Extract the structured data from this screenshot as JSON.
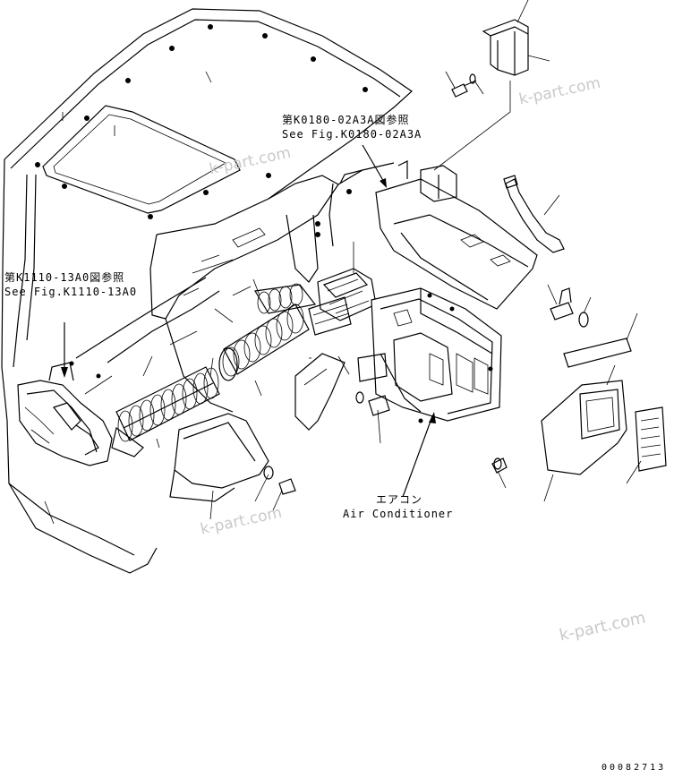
{
  "references": {
    "ref_top_jp": "第K0180-02A3A図参照",
    "ref_top_en": "See Fig.K0180-02A3A",
    "ref_left_jp": "第K1110-13A0図参照",
    "ref_left_en": "See Fig.K1110-13A0"
  },
  "callout": {
    "aircon_jp": "エアコン",
    "aircon_en": "Air Conditioner"
  },
  "watermarks": [
    "k-part.com",
    "k-part.com",
    "k-part.com",
    "k-part.com"
  ],
  "drawing_code": "00082713"
}
